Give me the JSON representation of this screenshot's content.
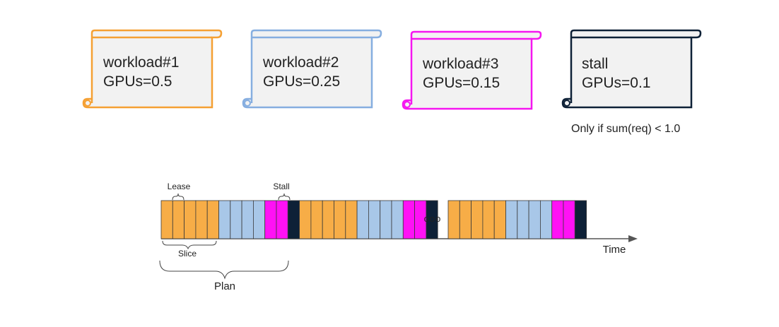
{
  "scrolls": [
    {
      "name": "workload#1",
      "gpus": "GPUs=0.5",
      "color": "#f5a033"
    },
    {
      "name": "workload#2",
      "gpus": "GPUs=0.25",
      "color": "#86aee0"
    },
    {
      "name": "workload#3",
      "gpus": "GPUs=0.15",
      "color": "#f516f0"
    },
    {
      "name": "stall",
      "gpus": "GPUs=0.1",
      "color": "#0e2137"
    }
  ],
  "stall_note": "Only if sum(req) < 1.0",
  "scroll_fill": "#f2f2f2",
  "timeline": {
    "colors": {
      "orange": "#f7ad47",
      "blue": "#a8c7e8",
      "magenta": "#ff11f5",
      "navy": "#0e2137"
    },
    "slice_pattern": [
      "orange",
      "orange",
      "orange",
      "orange",
      "orange",
      "blue",
      "blue",
      "blue",
      "blue",
      "magenta",
      "magenta",
      "navy"
    ],
    "slices_before_ellipsis": 2,
    "slices_after_ellipsis": 1,
    "ellipsis": "ooo",
    "labels": {
      "lease": "Lease",
      "stall": "Stall",
      "slice": "Slice",
      "plan": "Plan",
      "time": "Time"
    }
  }
}
